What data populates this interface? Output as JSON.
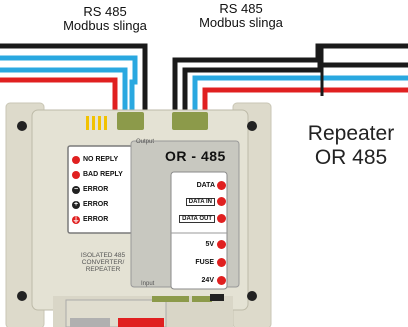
{
  "labels": {
    "left_top_line1": "RS 485",
    "left_top_line2": "Modbus slinga",
    "right_top_line1": "RS 485",
    "right_top_line2": "Modbus slinga",
    "side_line1": "Repeater",
    "side_line2": "OR 485"
  },
  "device": {
    "model": "OR - 485",
    "output_label": "Output",
    "input_label": "Input",
    "description_line1": "ISOLATED 485",
    "description_line2": "CONVERTER/",
    "description_line3": "REPEATER",
    "left_indicators": [
      "NO REPLY",
      "BAD REPLY",
      "ERROR",
      "ERROR",
      "ERROR"
    ],
    "right_indicators": [
      "DATA",
      "DATA IN",
      "DATA OUT",
      "5V",
      "FUSE",
      "24V"
    ]
  },
  "colors": {
    "wire_black": "#1a1a1a",
    "wire_blue": "#2aa8e0",
    "wire_red": "#e02020",
    "led_red": "#e02020",
    "housing": "#e4e2d4",
    "terminal_green": "#8c9a4a"
  }
}
